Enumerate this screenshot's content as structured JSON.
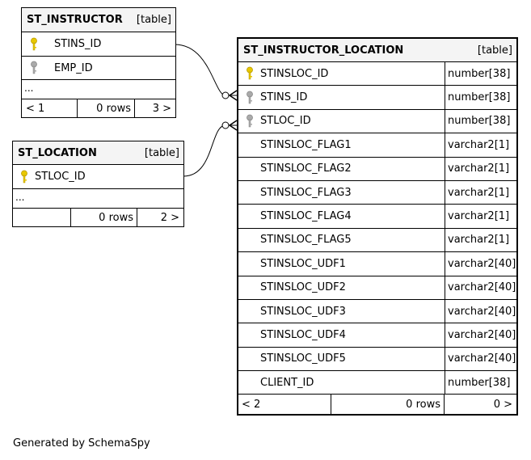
{
  "st_instructor": {
    "name": "ST_INSTRUCTOR",
    "kind": "[table]",
    "columns": [
      {
        "name": "STINS_ID",
        "key": "primary"
      },
      {
        "name": "EMP_ID",
        "key": "foreign"
      }
    ],
    "ellipsis": "...",
    "footer": {
      "left": "< 1",
      "rows": "0 rows",
      "right": "3 >"
    }
  },
  "st_location": {
    "name": "ST_LOCATION",
    "kind": "[table]",
    "columns": [
      {
        "name": "STLOC_ID",
        "key": "primary"
      }
    ],
    "ellipsis": "...",
    "footer": {
      "left": "",
      "rows": "0 rows",
      "right": "2 >"
    }
  },
  "st_instructor_location": {
    "name": "ST_INSTRUCTOR_LOCATION",
    "kind": "[table]",
    "columns": [
      {
        "name": "STINSLOC_ID",
        "type": "number[38]",
        "key": "primary"
      },
      {
        "name": "STINS_ID",
        "type": "number[38]",
        "key": "foreign"
      },
      {
        "name": "STLOC_ID",
        "type": "number[38]",
        "key": "foreign"
      },
      {
        "name": "STINSLOC_FLAG1",
        "type": "varchar2[1]",
        "key": ""
      },
      {
        "name": "STINSLOC_FLAG2",
        "type": "varchar2[1]",
        "key": ""
      },
      {
        "name": "STINSLOC_FLAG3",
        "type": "varchar2[1]",
        "key": ""
      },
      {
        "name": "STINSLOC_FLAG4",
        "type": "varchar2[1]",
        "key": ""
      },
      {
        "name": "STINSLOC_FLAG5",
        "type": "varchar2[1]",
        "key": ""
      },
      {
        "name": "STINSLOC_UDF1",
        "type": "varchar2[40]",
        "key": ""
      },
      {
        "name": "STINSLOC_UDF2",
        "type": "varchar2[40]",
        "key": ""
      },
      {
        "name": "STINSLOC_UDF3",
        "type": "varchar2[40]",
        "key": ""
      },
      {
        "name": "STINSLOC_UDF4",
        "type": "varchar2[40]",
        "key": ""
      },
      {
        "name": "STINSLOC_UDF5",
        "type": "varchar2[40]",
        "key": ""
      },
      {
        "name": "CLIENT_ID",
        "type": "number[38]",
        "key": ""
      }
    ],
    "footer": {
      "left": "< 2",
      "rows": "0 rows",
      "right": "0 >"
    }
  },
  "colors": {
    "primary_key": "#e8c800",
    "foreign_key": "#aaaaaa",
    "header_bg": "#f4f4f4"
  },
  "credit": "Generated by SchemaSpy"
}
